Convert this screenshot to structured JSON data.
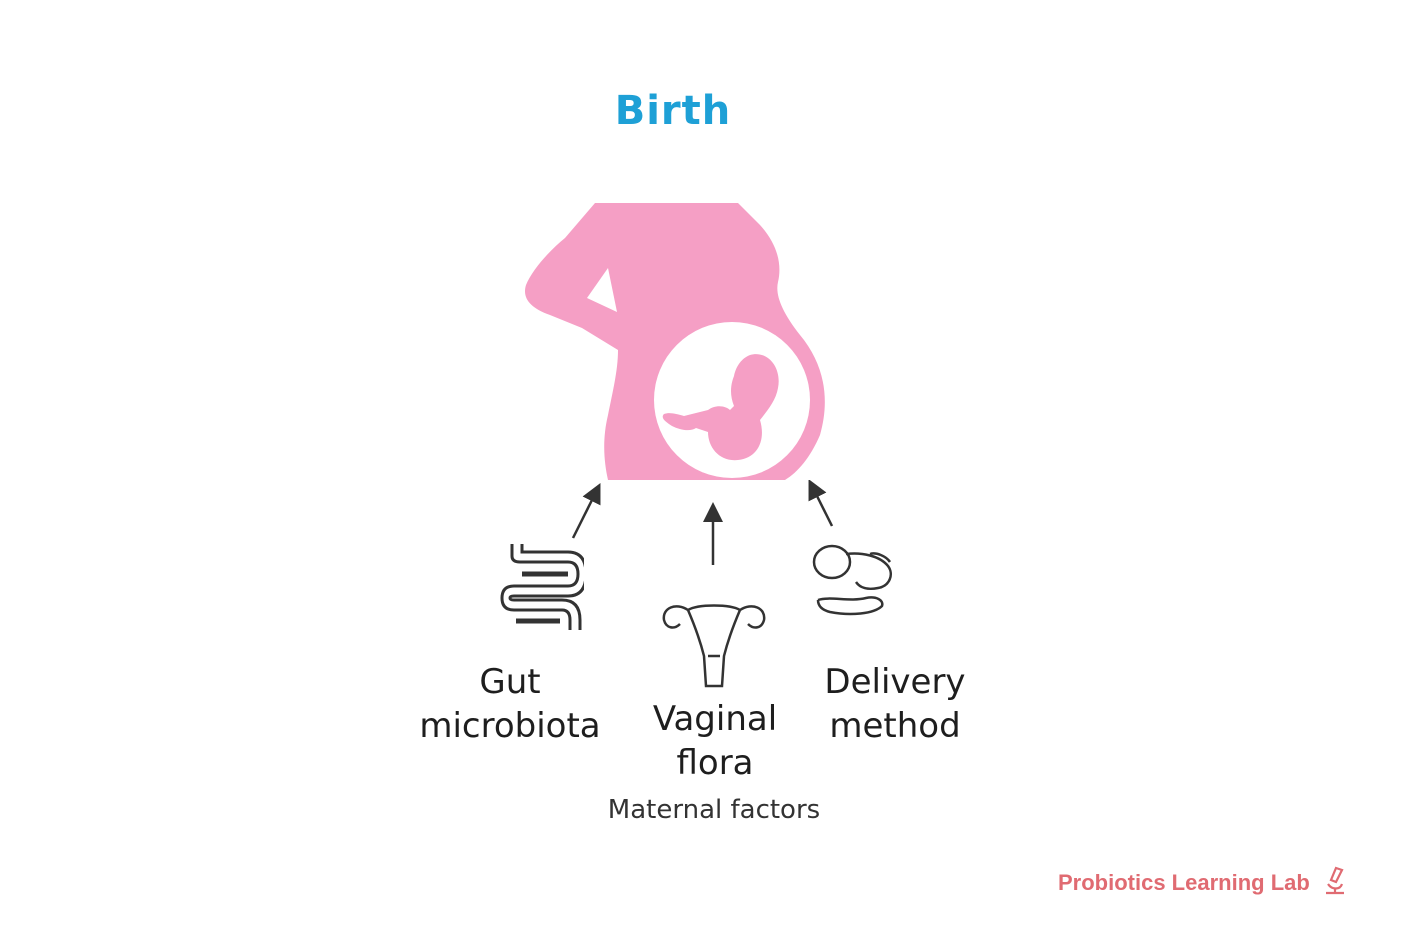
{
  "title": "Birth",
  "center_figure": "pregnant-woman-with-fetus",
  "factors": [
    {
      "id": "gut",
      "line1": "Gut",
      "line2": "microbiota",
      "icon": "intestine-icon"
    },
    {
      "id": "vaginal",
      "line1": "Vaginal",
      "line2": "flora",
      "icon": "uterus-icon"
    },
    {
      "id": "delivery",
      "line1": "Delivery",
      "line2": "method",
      "icon": "baby-in-hand-icon"
    }
  ],
  "group_label": "Maternal factors",
  "brand": {
    "name": "Probiotics Learning Lab",
    "icon": "microscope-icon"
  },
  "colors": {
    "title": "#1ea0d6",
    "figure": "#f59fc5",
    "brand": "#e06b72",
    "text": "#1e1e1e"
  }
}
